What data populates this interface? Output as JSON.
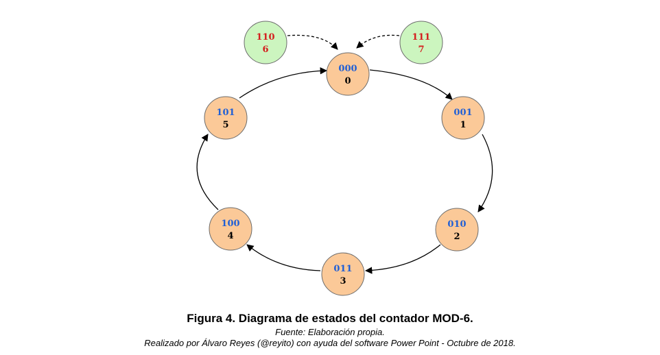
{
  "colors": {
    "main_fill": "#fbc998",
    "main_stroke": "#6b6b6b",
    "unused_fill": "#ccf5bf",
    "unused_stroke": "#6b6b6b",
    "binary_text": "#1f5fd6",
    "unused_text": "#d41e1e",
    "decimal_text": "#000000",
    "arrow": "#000000"
  },
  "states": [
    {
      "id": "s0",
      "binary": "000",
      "decimal": "0",
      "kind": "main"
    },
    {
      "id": "s1",
      "binary": "001",
      "decimal": "1",
      "kind": "main"
    },
    {
      "id": "s2",
      "binary": "010",
      "decimal": "2",
      "kind": "main"
    },
    {
      "id": "s3",
      "binary": "011",
      "decimal": "3",
      "kind": "main"
    },
    {
      "id": "s4",
      "binary": "100",
      "decimal": "4",
      "kind": "main"
    },
    {
      "id": "s5",
      "binary": "101",
      "decimal": "5",
      "kind": "main"
    },
    {
      "id": "s6",
      "binary": "110",
      "decimal": "6",
      "kind": "unused"
    },
    {
      "id": "s7",
      "binary": "111",
      "decimal": "7",
      "kind": "unused"
    }
  ],
  "transitions": [
    {
      "from": "s0",
      "to": "s1",
      "style": "solid"
    },
    {
      "from": "s1",
      "to": "s2",
      "style": "solid"
    },
    {
      "from": "s2",
      "to": "s3",
      "style": "solid"
    },
    {
      "from": "s3",
      "to": "s4",
      "style": "solid"
    },
    {
      "from": "s4",
      "to": "s5",
      "style": "solid"
    },
    {
      "from": "s5",
      "to": "s0",
      "style": "solid"
    },
    {
      "from": "s6",
      "to": "s0",
      "style": "dashed"
    },
    {
      "from": "s7",
      "to": "s0",
      "style": "dashed"
    }
  ],
  "caption": {
    "title": "Figura 4. Diagrama de estados del contador MOD-6.",
    "source": "Fuente: Elaboración propia.",
    "credit": "Realizado por Álvaro Reyes (@reyito) con ayuda del software Power Point - Octubre de 2018."
  }
}
